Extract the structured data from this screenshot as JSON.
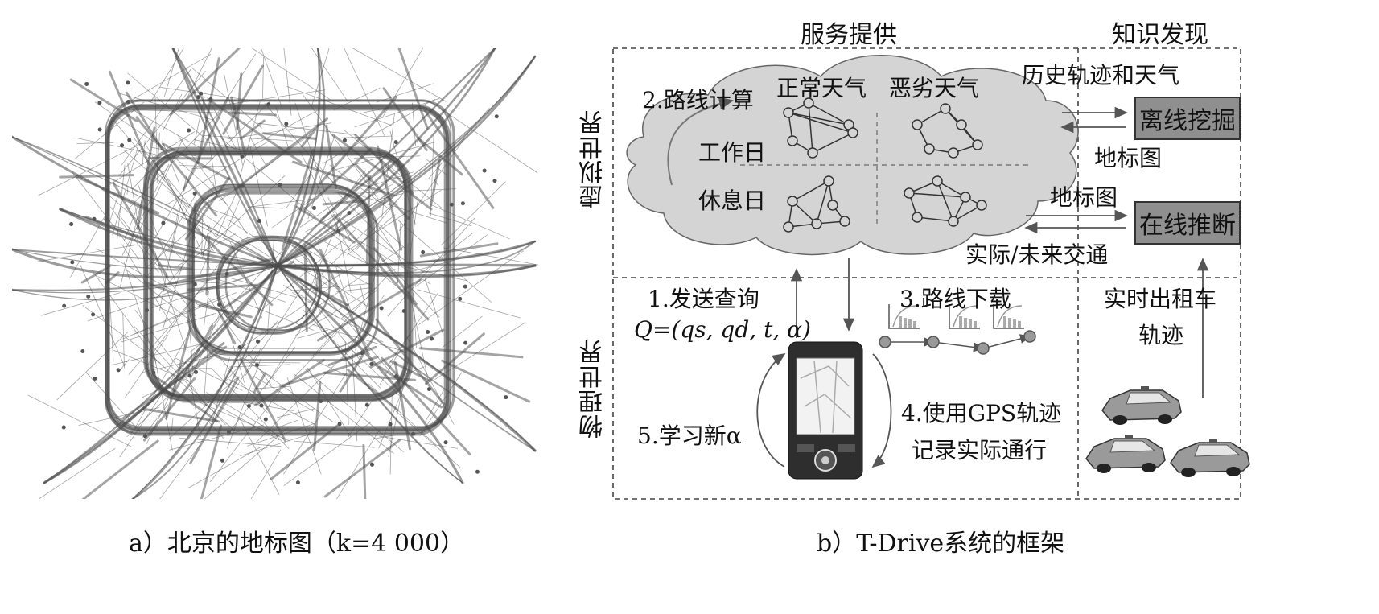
{
  "left_panel": {
    "caption": "a）北京的地标图（k=4 000）"
  },
  "right_panel": {
    "caption": "b）T-Drive系统的框架",
    "col_service": "服务提供",
    "col_knowledge": "知识发现",
    "row_virtual": "虚拟世界",
    "row_physical": "物理世界",
    "cloud": {
      "route_calc": "2.路线计算",
      "normal_weather": "正常天气",
      "bad_weather": "恶劣天气",
      "workday": "工作日",
      "holiday": "休息日"
    },
    "history": "历史轨迹和天气",
    "offline_mining": "离线挖掘",
    "landmark_graph_1": "地标图",
    "landmark_graph_2": "地标图",
    "online_inference": "在线推断",
    "traffic": "实际/未来交通",
    "send_query": "1.发送查询",
    "query_formula": "Q=(qs, qd, t, α)",
    "route_download": "3.路线下载",
    "realtime_taxi_1": "实时出租车",
    "realtime_taxi_2": "轨迹",
    "learn_alpha": "5.学习新α",
    "gps_1": "4.使用GPS轨迹",
    "gps_2": "记录实际通行"
  },
  "colors": {
    "line": "#555555",
    "box_fill": "#8f8f8f",
    "cloud_fill": "#d4d4d4"
  }
}
